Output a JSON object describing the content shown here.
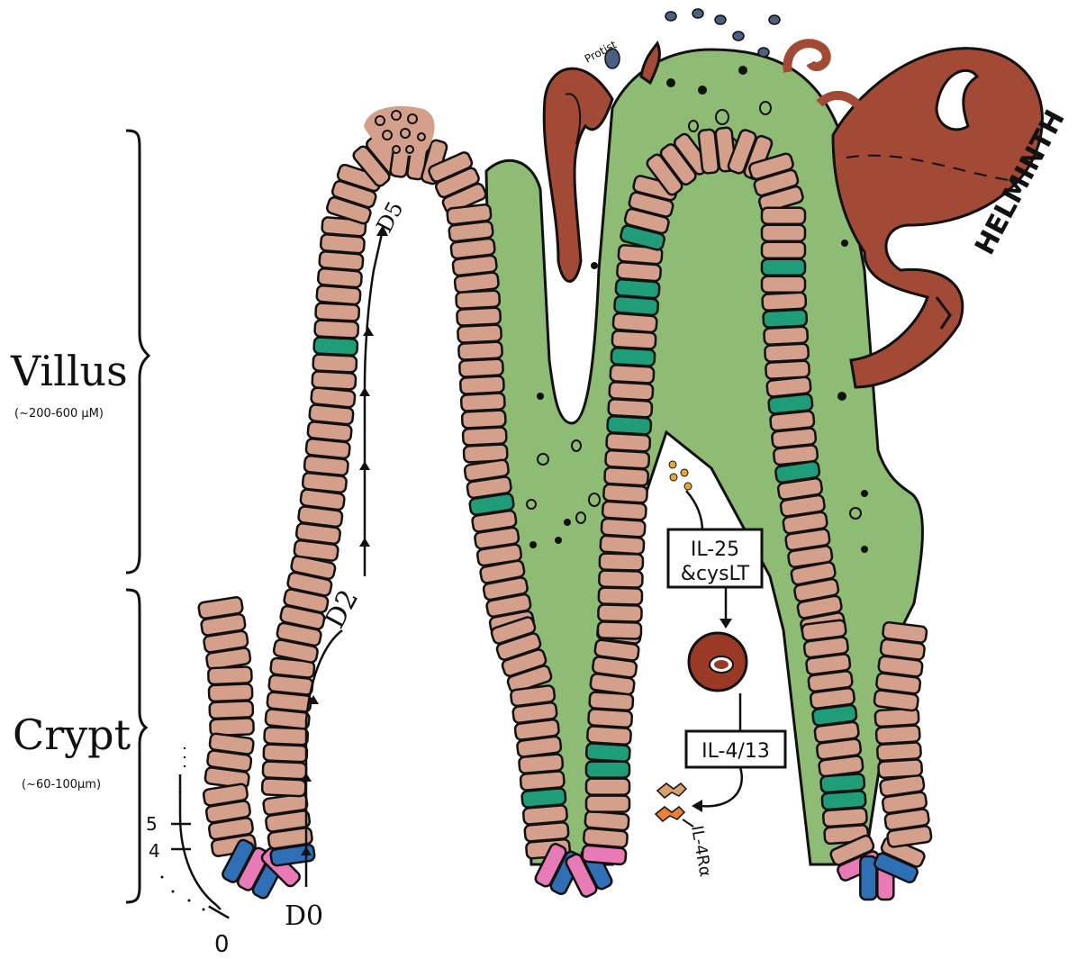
{
  "regions": {
    "villus": {
      "label": "Villus",
      "size": "(~200-600 μM)"
    },
    "crypt": {
      "label": "Crypt",
      "size": "(~60-100μm)"
    }
  },
  "position_scale": {
    "ticks": [
      "5",
      "4",
      "0"
    ]
  },
  "day_markers": {
    "d0": "D0",
    "d2": "D2",
    "d5": "D5"
  },
  "organisms": {
    "helminth": "HELMINTH",
    "protist": "Protist"
  },
  "signaling": {
    "box1_line1": "IL-25",
    "box1_line2": "&cysLT",
    "box2": "IL-4/13",
    "receptor": "IL-4Rα"
  },
  "colors": {
    "epithelium": "#d4a08c",
    "tuft_cell": "#1f9c78",
    "stem_cell": "#e87ab5",
    "paneth_cell": "#2f6fb6",
    "mucus": "#8fbc74",
    "helminth": "#a24a35",
    "immune_cell": "#9a3a26",
    "receptor": "#e8803a",
    "receptor_top": "#d9a06a",
    "protist": "#4b5f82",
    "secretion": "#e8a530"
  }
}
